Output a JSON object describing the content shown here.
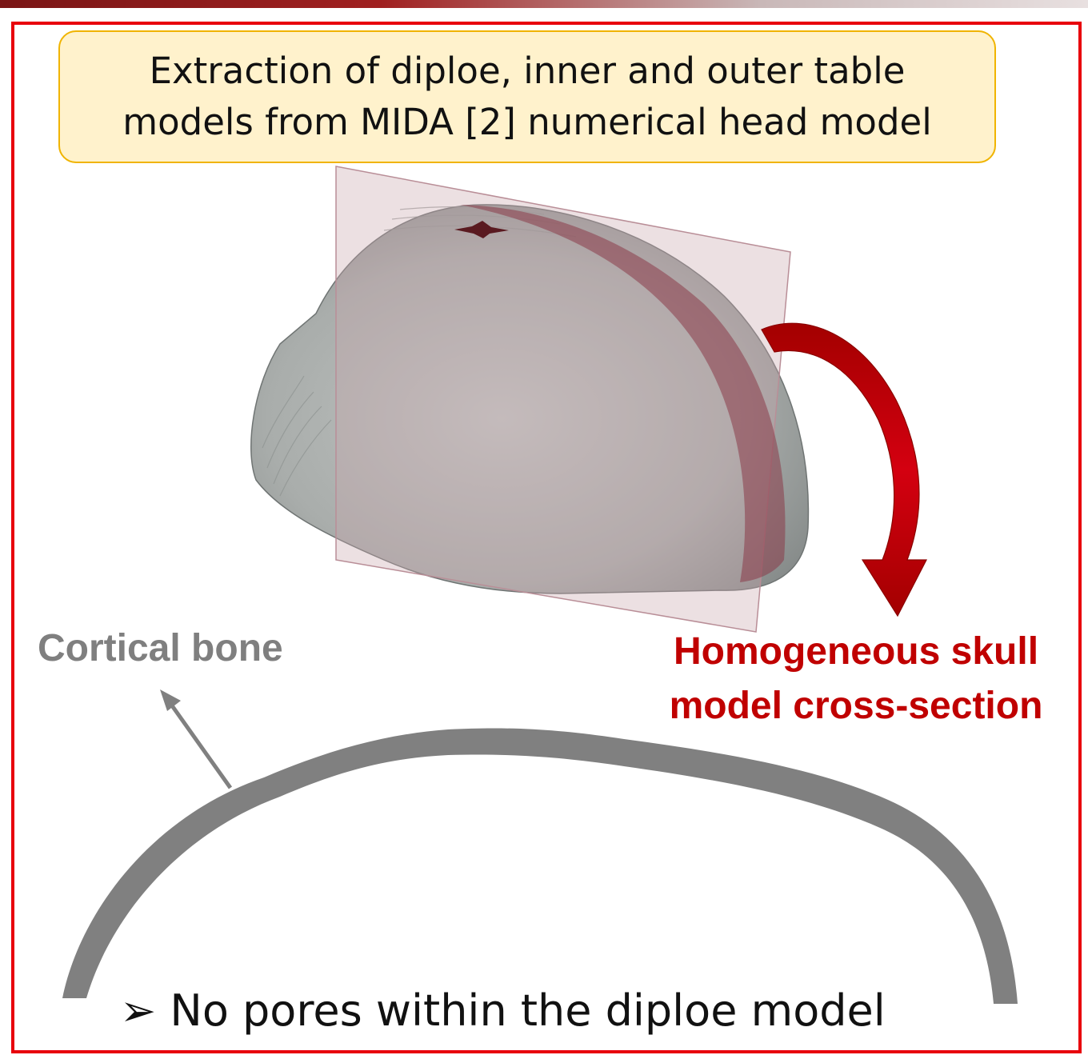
{
  "header": {
    "title_line_1": "Extraction of diploe, inner and outer table",
    "title_line_2": "models from MIDA [2] numerical head model"
  },
  "labels": {
    "cortical_bone": "Cortical bone",
    "homogeneous_line_1": "Homogeneous skull",
    "homogeneous_line_2": "model cross-section"
  },
  "bullet": {
    "symbol": "➢",
    "text": "No pores within the diploe model"
  },
  "colors": {
    "frame": "#e8000b",
    "title_fill": "#fff2cc",
    "title_border": "#f0b400",
    "skull_gray": "#a9adab",
    "cut_plane": "#c9a5ad",
    "section_highlight": "#8b3a48",
    "arrow_red": "#c00000",
    "cortical_gray": "#808080"
  }
}
